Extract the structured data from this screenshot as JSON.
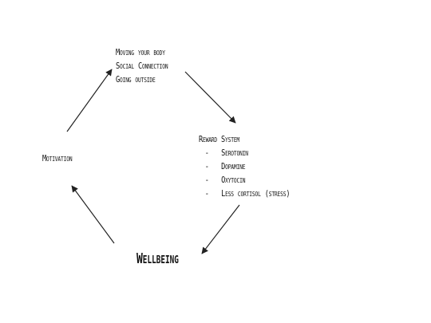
{
  "diagram": {
    "actions": {
      "lines": [
        "Moving your body",
        "Social Connection",
        "Going outside"
      ]
    },
    "reward": {
      "title": "Reward System",
      "bullet": "-",
      "items": [
        "Serotonin",
        "Dopamine",
        "Oxytocin",
        "Less cortisol (stress)"
      ]
    },
    "wellbeing": "Wellbeing",
    "motivation": "Motivation",
    "colors": {
      "ink": "#222222",
      "background": "#ffffff"
    }
  }
}
